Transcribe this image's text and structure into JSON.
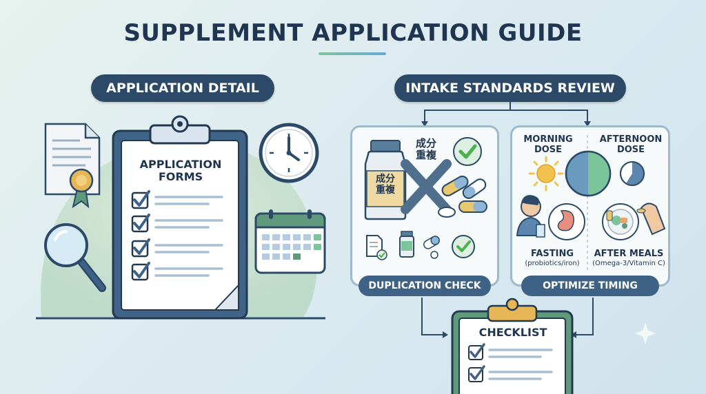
{
  "title": "SUPPLEMENT APPLICATION GUIDE",
  "sections": {
    "application_detail": {
      "label": "APPLICATION DETAIL",
      "clipboard_title_line1": "APPLICATION",
      "clipboard_title_line2": "FORMS",
      "icons": [
        "document-ribbon-icon",
        "magnifier-icon",
        "clock-icon",
        "calendar-icon",
        "clipboard-icon"
      ]
    },
    "intake_review": {
      "label": "INTAKE STANDARDS REVIEW",
      "duplication_panel": {
        "bottle_text_line1": "成分",
        "bottle_text_line2": "重複",
        "top_text_line1": "成分",
        "top_text_line2": "重複",
        "label": "DUPLICATION CHECK"
      },
      "timing_panel": {
        "morning_line1": "MORNING",
        "morning_line2": "DOSE",
        "afternoon_line1": "AFTERNOON",
        "afternoon_line2": "DOSE",
        "fasting": "FASTING",
        "fasting_note": "(probiotics/iron)",
        "after_meals": "AFTER MEALS",
        "after_meals_note": "(Omega-3/Vitamin C)",
        "label": "OPTIMIZE TIMING"
      }
    },
    "checklist": {
      "title": "CHECKLIST"
    }
  },
  "colors": {
    "navy": "#2c4a68",
    "label_blue": "#3d6286",
    "check_green": "#4caf50",
    "cross_blue": "#4f6f8c"
  }
}
